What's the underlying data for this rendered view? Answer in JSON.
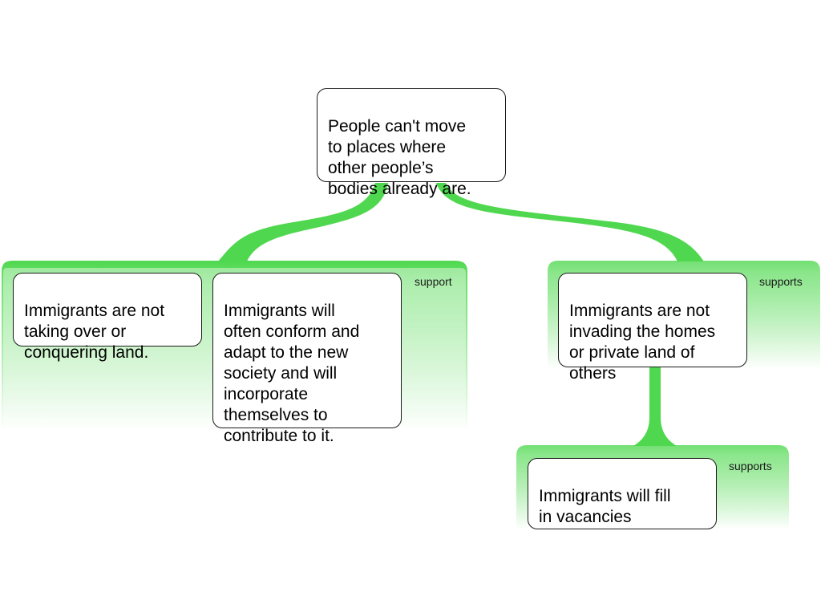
{
  "colors": {
    "connector_green": "#4fd84f",
    "panel_fade": "#ffffff",
    "node_border": "#1a1a1a",
    "background": "#ffffff"
  },
  "claim": {
    "text": "People can't move\nto places where\nother people’s\nbodies already are."
  },
  "groups": [
    {
      "label": "support",
      "reasons": [
        {
          "text": "Immigrants are not\ntaking over or\nconquering land."
        },
        {
          "text": "Immigrants will\noften conform and\nadapt to the new\nsociety and will\nincorporate\nthemselves to\ncontribute to it."
        }
      ]
    },
    {
      "label": "supports",
      "reasons": [
        {
          "text": "Immigrants are not\ninvading the homes\nor private land of\nothers"
        }
      ]
    },
    {
      "label": "supports",
      "reasons": [
        {
          "text": "Immigrants will fill\nin vacancies"
        }
      ]
    }
  ]
}
